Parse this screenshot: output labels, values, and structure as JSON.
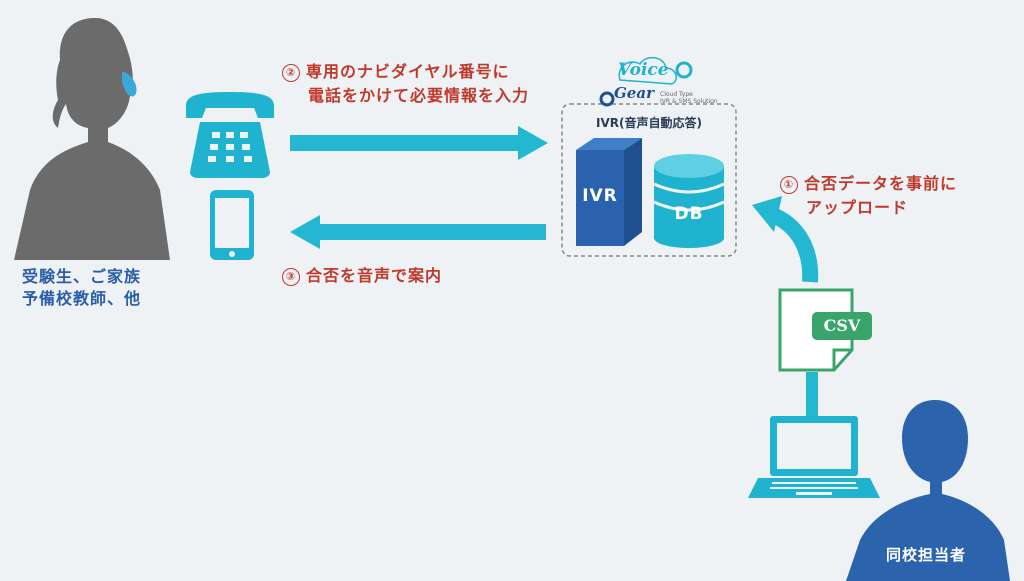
{
  "caller": {
    "line1": "受験生、ご家族",
    "line2": "予備校教師、他"
  },
  "step2": {
    "num": "②",
    "line1": "専用のナビダイヤル番号に",
    "line2": "電話をかけて必要情報を入力"
  },
  "step3": {
    "num": "③",
    "line1": "合否を音声で案内"
  },
  "step1": {
    "num": "①",
    "line1": "合否データを事前に",
    "line2": "アップロード"
  },
  "system": {
    "logo_word1": "Voice",
    "logo_word2": "Gear",
    "logo_sub1": "Cloud Type",
    "logo_sub2": "IVR & SMS Solution",
    "title": "IVR(音声自動応答)",
    "ivr_label": "IVR",
    "db_label": "DB"
  },
  "file": {
    "label": "CSV"
  },
  "staff": {
    "label": "同校担当者"
  },
  "colors": {
    "accent": "#1fb3cf",
    "arrow": "#23b7d2",
    "person_gray": "#6b6b6b",
    "staff_blue": "#2c63ad",
    "file_green": "#3aa56a",
    "step_text": "#c0392b"
  }
}
